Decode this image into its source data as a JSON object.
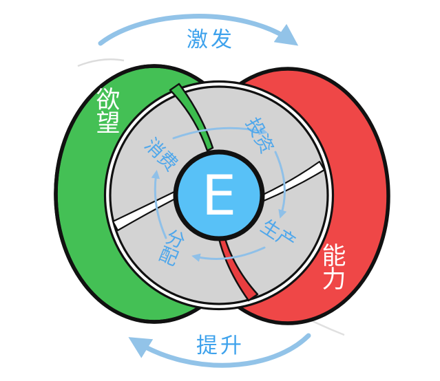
{
  "diagram": {
    "outer_cycle": {
      "top_arrow_label": "激发",
      "bottom_arrow_label": "提升",
      "arrow_color": "#92C3E8",
      "label_color": "#3EA2EC"
    },
    "venn": {
      "left_circle": {
        "label": "欲望",
        "chars": [
          "欲",
          "望"
        ],
        "color": "#44C055"
      },
      "right_circle": {
        "label": "能力",
        "chars": [
          "能",
          "力"
        ],
        "color": "#EF4747"
      },
      "wheel_color": "#D3D3D3",
      "green_blade_color": "#3CBD4E",
      "red_blade_color": "#E93E40",
      "hub": {
        "letter": "E",
        "color": "#58C1F7"
      }
    },
    "inner_cycle": {
      "top_right": "投资",
      "bottom_right": "生产",
      "bottom_left": {
        "label": "分配",
        "chars": [
          "分",
          "配"
        ]
      },
      "top_left": "消费",
      "text_color": "#4FA7EB",
      "arrow_color": "#8FC0E8"
    }
  }
}
